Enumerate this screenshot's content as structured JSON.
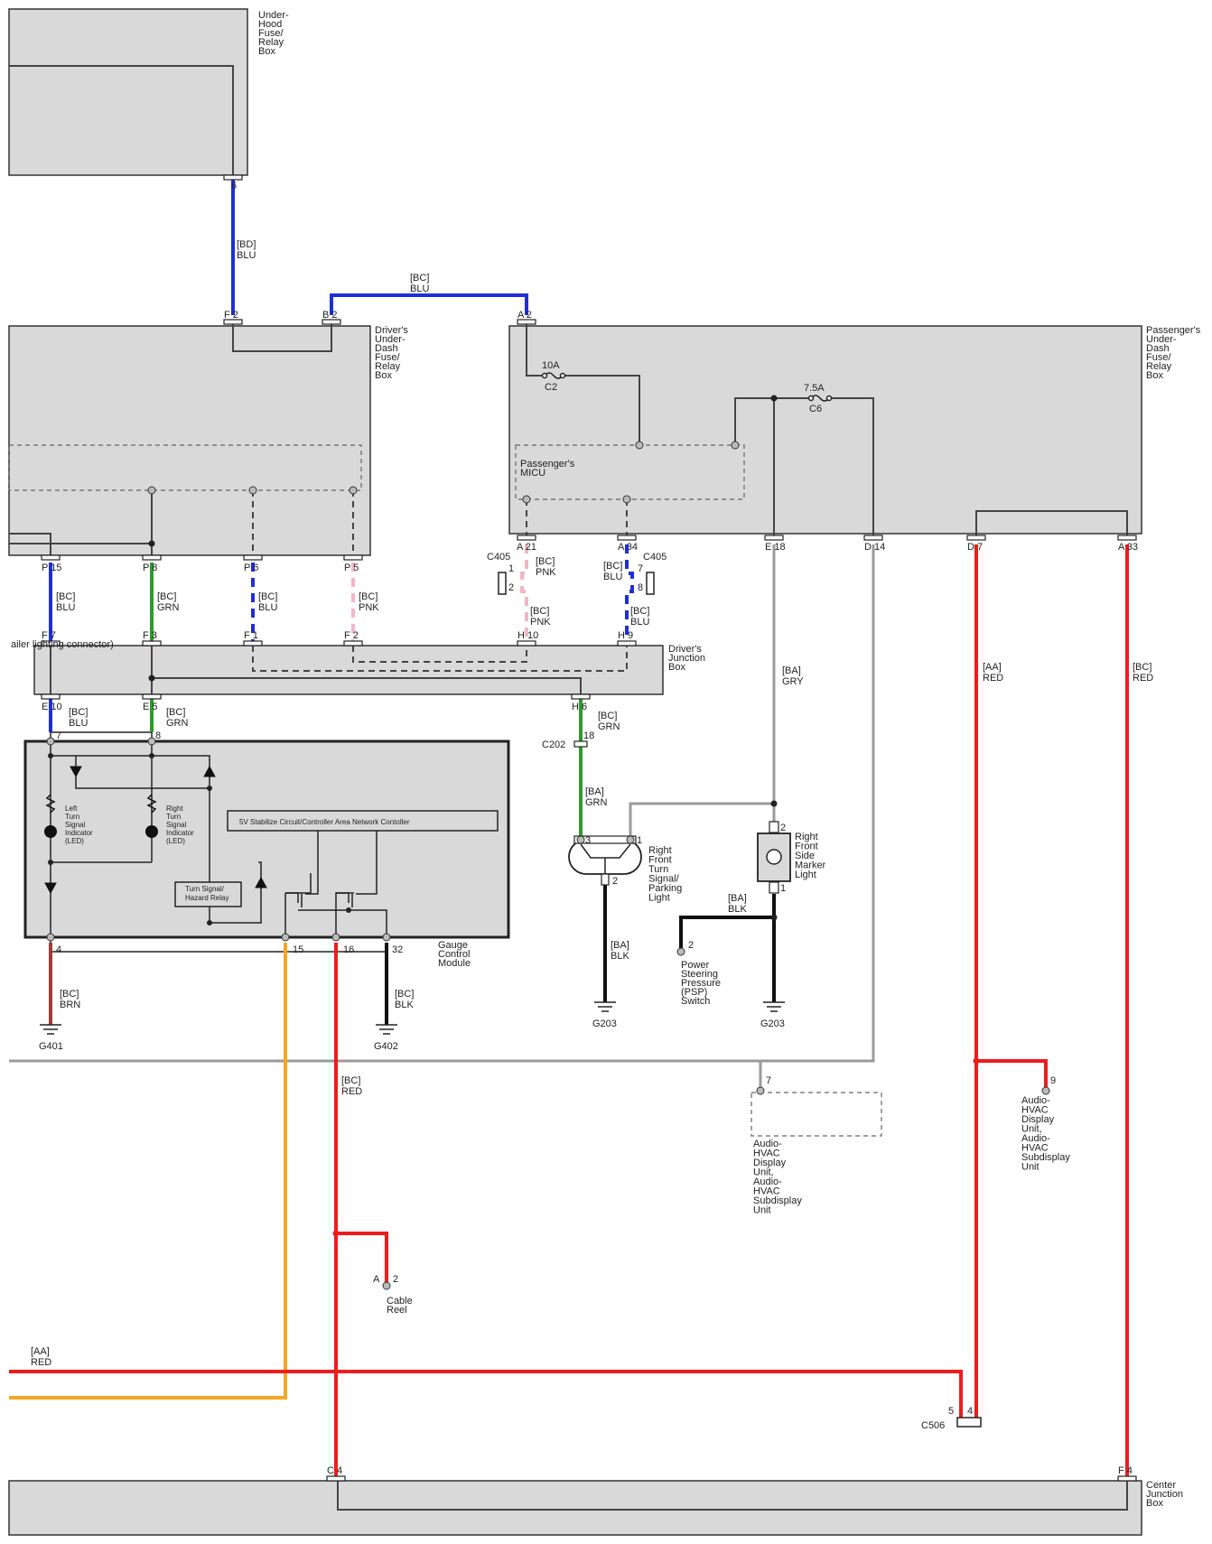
{
  "colors": {
    "BLU": "#1f2fd6",
    "GRN": "#2e9a2e",
    "PNK": "#f4b6c4",
    "RED": "#ee1c1c",
    "GRY": "#9a9a9a",
    "BLK": "#111111",
    "BRN": "#a23a3a",
    "ORG": "#f5a623",
    "box": "#d9d9d9"
  },
  "components": {
    "under_hood": "Under-\nHood\nFuse/\nRelay\nBox",
    "drivers_under_dash": "Driver's\nUnder-\nDash\nFuse/\nRelay\nBox",
    "passengers_under_dash": "Passenger's\nUnder-\nDash\nFuse/\nRelay\nBox",
    "passengers_micu": "Passenger's\nMICU",
    "drivers_junction": "Driver's\nJunction\nBox",
    "trailer_note": "ailer lighting connector)",
    "gauge": "Gauge\nControl\nModule",
    "can_controller": "5V Stabilize Circuit/Controller Area Network Contoller",
    "turn_relay": "Turn Signal/\nHazard Relay",
    "left_led": "Left\nTurn\nSignal\nIndicator\n(LED)",
    "right_led": "Right\nTurn\nSignal\nIndicator\n(LED)",
    "rf_turn": "Right\nFront\nTurn\nSignal/\nParking\nLight",
    "rf_marker": "Right\nFront\nSide\nMarker\nLight",
    "psp_switch": "Power\nSteering\nPressure\n(PSP)\nSwitch",
    "audio_hvac": "Audio-\nHVAC\nDisplay\nUnit,\nAudio-\nHVAC\nSubdisplay\nUnit",
    "cable_reel": "Cable\nReel",
    "center_junction": "Center\nJunction\nBox"
  },
  "fuses": {
    "c2_rating": "10A",
    "c2_name": "C2",
    "c6_rating": "7.5A",
    "c6_name": "C6"
  },
  "wire_labels": {
    "bd_blu": "[BD]\nBLU",
    "bc_blu_top": "[BC]\nBLU",
    "p15": "[BC]\nBLU",
    "p8": "[BC]\nGRN",
    "p6": "[BC]\nBLU",
    "p5": "[BC]\nPNK",
    "a21": "[BC]\nPNK",
    "h10": "[BC]\nPNK",
    "a34": "[BC]\nBLU",
    "h9": "[BC]\nBLU",
    "e10": "[BC]\nBLU",
    "e5": "[BC]\nGRN",
    "h6": "[BC]\nGRN",
    "ba_grn": "[BA]\nGRN",
    "ba_blk_turn": "[BA]\nBLK",
    "ba_blk_marker": "[BA]\nBLK",
    "ba_gry": "[BA]\nGRY",
    "aa_red": "[AA]\nRED",
    "bc_red_a33": "[BC]\nRED",
    "bc_brn": "[BC]\nBRN",
    "bc_blk": "[BC]\nBLK",
    "bc_red_16": "[BC]\nRED",
    "aa_red_bottom": "[AA]\nRED"
  },
  "pins": {
    "uh_6": "6",
    "f2": "F 2",
    "b2": "B 2",
    "a2": "A 2",
    "p15": "P 15",
    "p8": "P 8",
    "p6": "P 6",
    "p5": "P 5",
    "a21": "A 21",
    "a34": "A 34",
    "e18": "E 18",
    "d14": "D 14",
    "d7": "D 7",
    "a33": "A 33",
    "f7": "F 7",
    "f3": "F 3",
    "f1": "F 1",
    "f12": "F 2",
    "h10": "H 10",
    "h9": "H 9",
    "e10": "E 10",
    "e5": "E 5",
    "h6": "H 6",
    "g7": "7",
    "g8": "8",
    "g4": "4",
    "g15": "15",
    "g16": "16",
    "g32": "32",
    "c202_18": "18",
    "t3": "3",
    "t1": "1",
    "t2": "2",
    "m2": "2",
    "m1": "1",
    "psp2": "2",
    "au7": "7",
    "au9": "9",
    "cr_a": "A",
    "cr_2": "2",
    "c506_5": "5",
    "c506_4": "4",
    "c4": "C 4",
    "f4": "F 4",
    "c405_1": "1",
    "c405_2": "2",
    "c405_7": "7",
    "c405_8": "8"
  },
  "connectors": {
    "c405_left": "C405",
    "c405_right": "C405",
    "c202": "C202",
    "c506": "C506"
  },
  "grounds": {
    "g401": "G401",
    "g402": "G402",
    "g203_a": "G203",
    "g203_b": "G203"
  }
}
